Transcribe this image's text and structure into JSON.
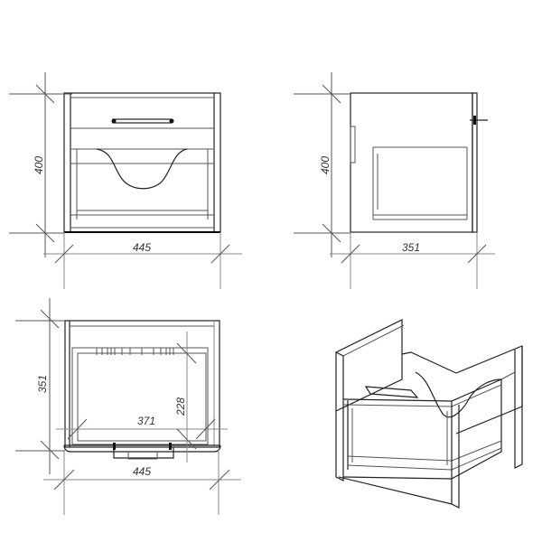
{
  "front_view": {
    "height_label": "400",
    "width_label": "445"
  },
  "side_view": {
    "height_label": "400",
    "depth_label": "351"
  },
  "top_view": {
    "depth_label": "351",
    "inner_depth_label": "228",
    "inner_width_label": "371",
    "width_label": "445"
  }
}
